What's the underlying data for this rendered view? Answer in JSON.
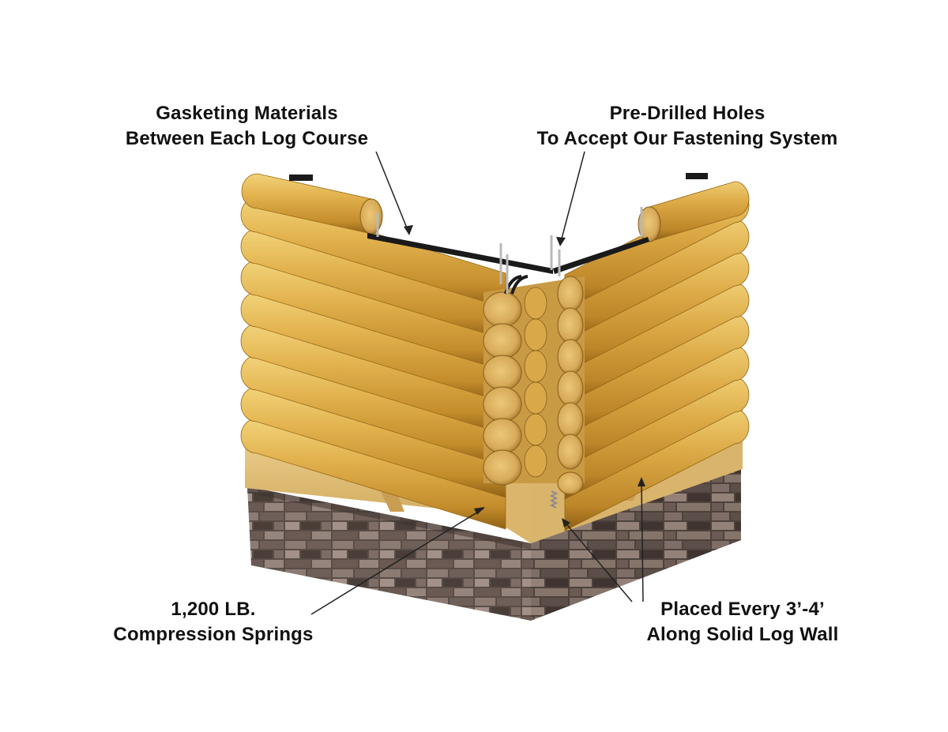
{
  "callouts": {
    "gasket": {
      "line1": "Gasketing Materials",
      "line2": "Between Each Log Course"
    },
    "holes": {
      "line1": "Pre-Drilled Holes",
      "line2": "To Accept Our Fastening System"
    },
    "springs": {
      "line1": "1,200 LB.",
      "line2": "Compression Springs"
    },
    "placed": {
      "line1": "Placed Every 3’-4’",
      "line2": "Along Solid Log Wall"
    }
  },
  "colors": {
    "log_light": "#e9c15e",
    "log_mid": "#d6a43c",
    "log_dark": "#a8771e",
    "log_end": "#e0b866",
    "sill": "#e3c27e",
    "gasket": "#1a1a1a",
    "stone_base": "#5a4d47",
    "stone_light": "#a89890",
    "stone_dark": "#2e2522",
    "pin": "#b9b9b9"
  }
}
